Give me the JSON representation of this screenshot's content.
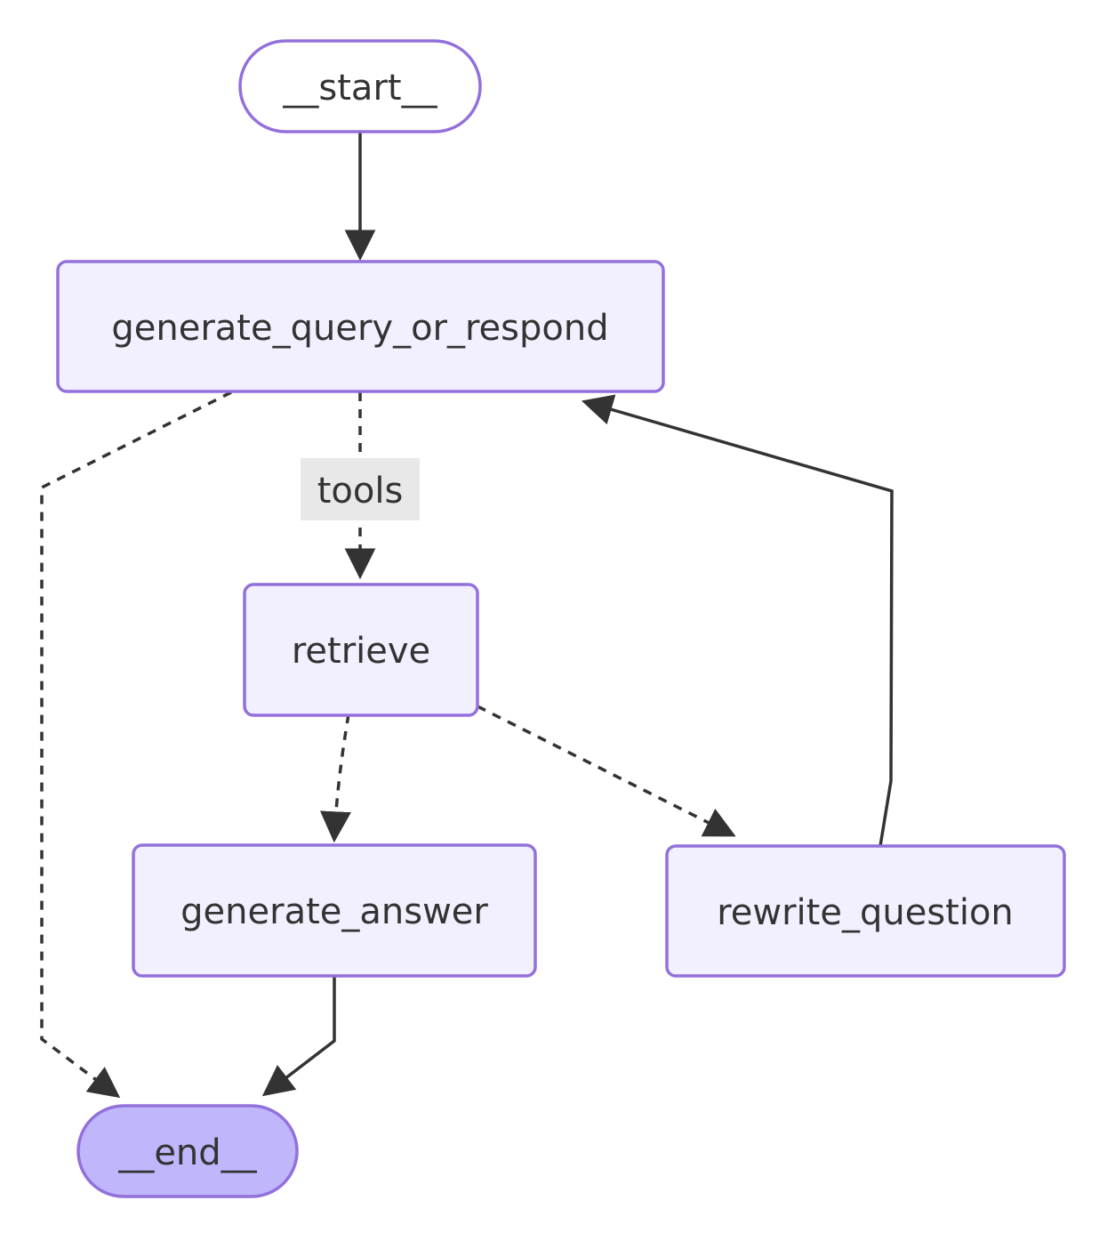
{
  "diagram": {
    "type": "flowchart",
    "direction": "top-to-bottom",
    "nodes": [
      {
        "id": "start",
        "label": "__start__",
        "shape": "stadium"
      },
      {
        "id": "generate_query_or_respond",
        "label": "generate_query_or_respond",
        "shape": "rect"
      },
      {
        "id": "retrieve",
        "label": "retrieve",
        "shape": "rect"
      },
      {
        "id": "generate_answer",
        "label": "generate_answer",
        "shape": "rect"
      },
      {
        "id": "rewrite_question",
        "label": "rewrite_question",
        "shape": "rect"
      },
      {
        "id": "end",
        "label": "__end__",
        "shape": "stadium"
      }
    ],
    "edges": [
      {
        "from": "__start__",
        "to": "generate_query_or_respond",
        "style": "solid",
        "label": ""
      },
      {
        "from": "generate_query_or_respond",
        "to": "retrieve",
        "style": "dashed",
        "label": "tools"
      },
      {
        "from": "generate_query_or_respond",
        "to": "__end__",
        "style": "dashed",
        "label": ""
      },
      {
        "from": "retrieve",
        "to": "generate_answer",
        "style": "dashed",
        "label": ""
      },
      {
        "from": "retrieve",
        "to": "rewrite_question",
        "style": "dashed",
        "label": ""
      },
      {
        "from": "rewrite_question",
        "to": "generate_query_or_respond",
        "style": "solid",
        "label": ""
      },
      {
        "from": "generate_answer",
        "to": "__end__",
        "style": "solid",
        "label": ""
      }
    ],
    "colors": {
      "node_fill": "#f2f0ff",
      "node_border": "#9370db",
      "start_fill": "#ffffff",
      "end_fill": "#bfb6fc",
      "edge_stroke": "#333333",
      "text": "#333333",
      "edge_label_bg": "#e8e8e8",
      "background": "#ffffff"
    }
  }
}
